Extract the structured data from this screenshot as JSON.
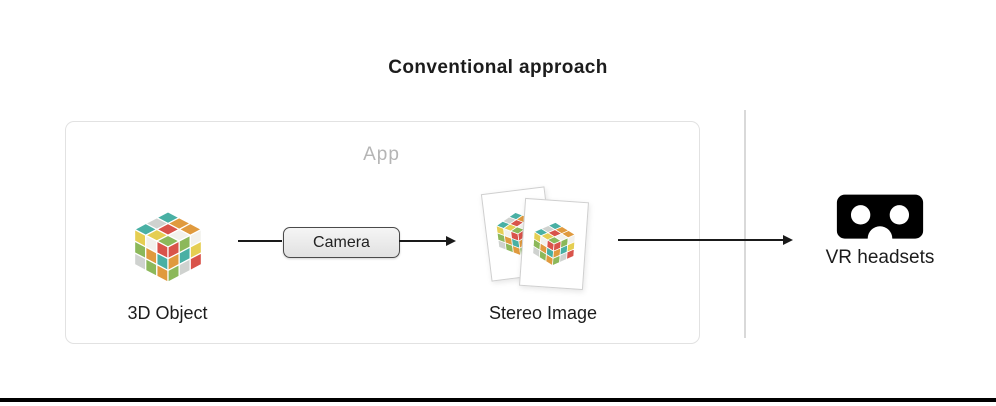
{
  "title": "Conventional approach",
  "app_box": {
    "label": "App"
  },
  "nodes": {
    "object": {
      "label": "3D Object",
      "icon": "rubiks-cube-icon"
    },
    "camera": {
      "label": "Camera"
    },
    "stereo": {
      "label": "Stereo Image",
      "icon": "stereo-cards-icon"
    },
    "vr": {
      "label": "VR headsets",
      "icon": "vr-headset-icon"
    }
  },
  "colors": {
    "background": "#ffffff",
    "title_text": "#1c1c1c",
    "app_box_border": "#e2e2e2",
    "app_label_text": "#b5b5b5",
    "camera_button_fill": "#ececec",
    "camera_button_border": "#4a4a4a",
    "arrow": "#1a1a1a",
    "divider": "#d9d9d9",
    "bottom_bar": "#000000"
  }
}
